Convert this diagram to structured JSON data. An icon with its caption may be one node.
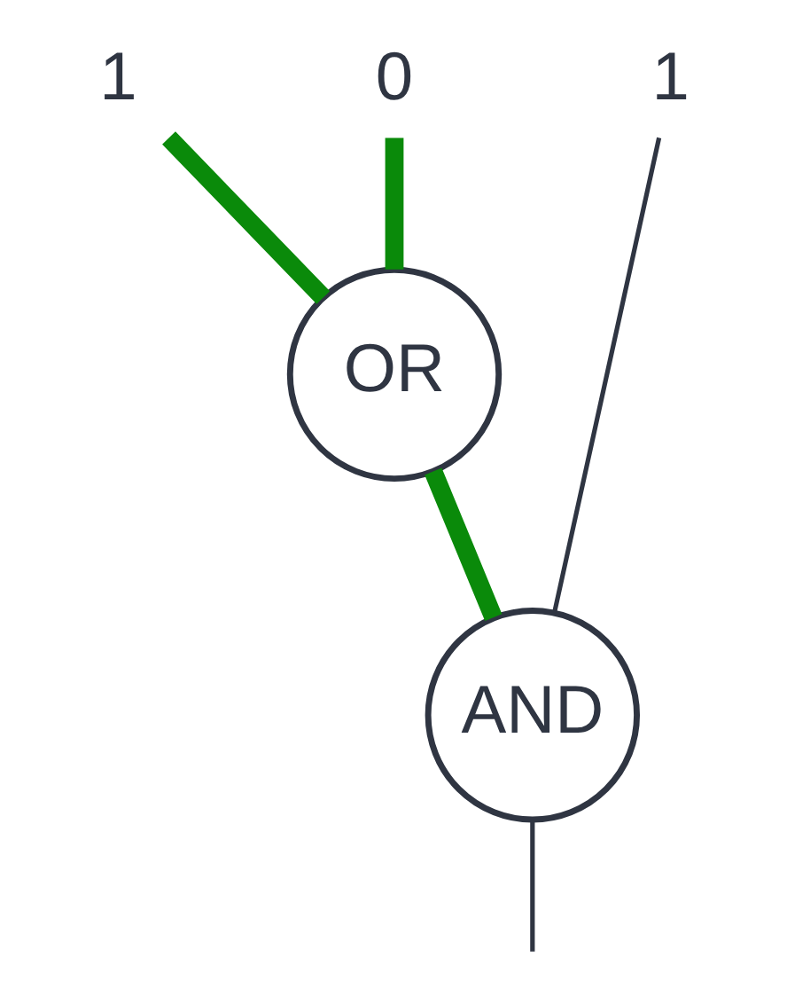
{
  "diagram": {
    "nodes": [
      {
        "text": [
          "1"
        ]
      },
      {
        "text": [
          "0"
        ]
      },
      {
        "text": [
          "1"
        ]
      },
      {
        "text": [
          "OR"
        ]
      },
      {
        "text": [
          "AND"
        ]
      }
    ],
    "edges": [
      {
        "from": 0,
        "to": 3,
        "arrow": "none"
      },
      {
        "from": 1,
        "to": 3,
        "arrow": "none"
      },
      {
        "from": 2,
        "to": 4,
        "arrow": "none",
        "color": "#2f3542"
      },
      {
        "from": 3,
        "to": 4,
        "arrow": "none"
      },
      {
        "from": 4,
        "to": null,
        "arrow": "none",
        "color": "#2f3542"
      }
    ]
  }
}
